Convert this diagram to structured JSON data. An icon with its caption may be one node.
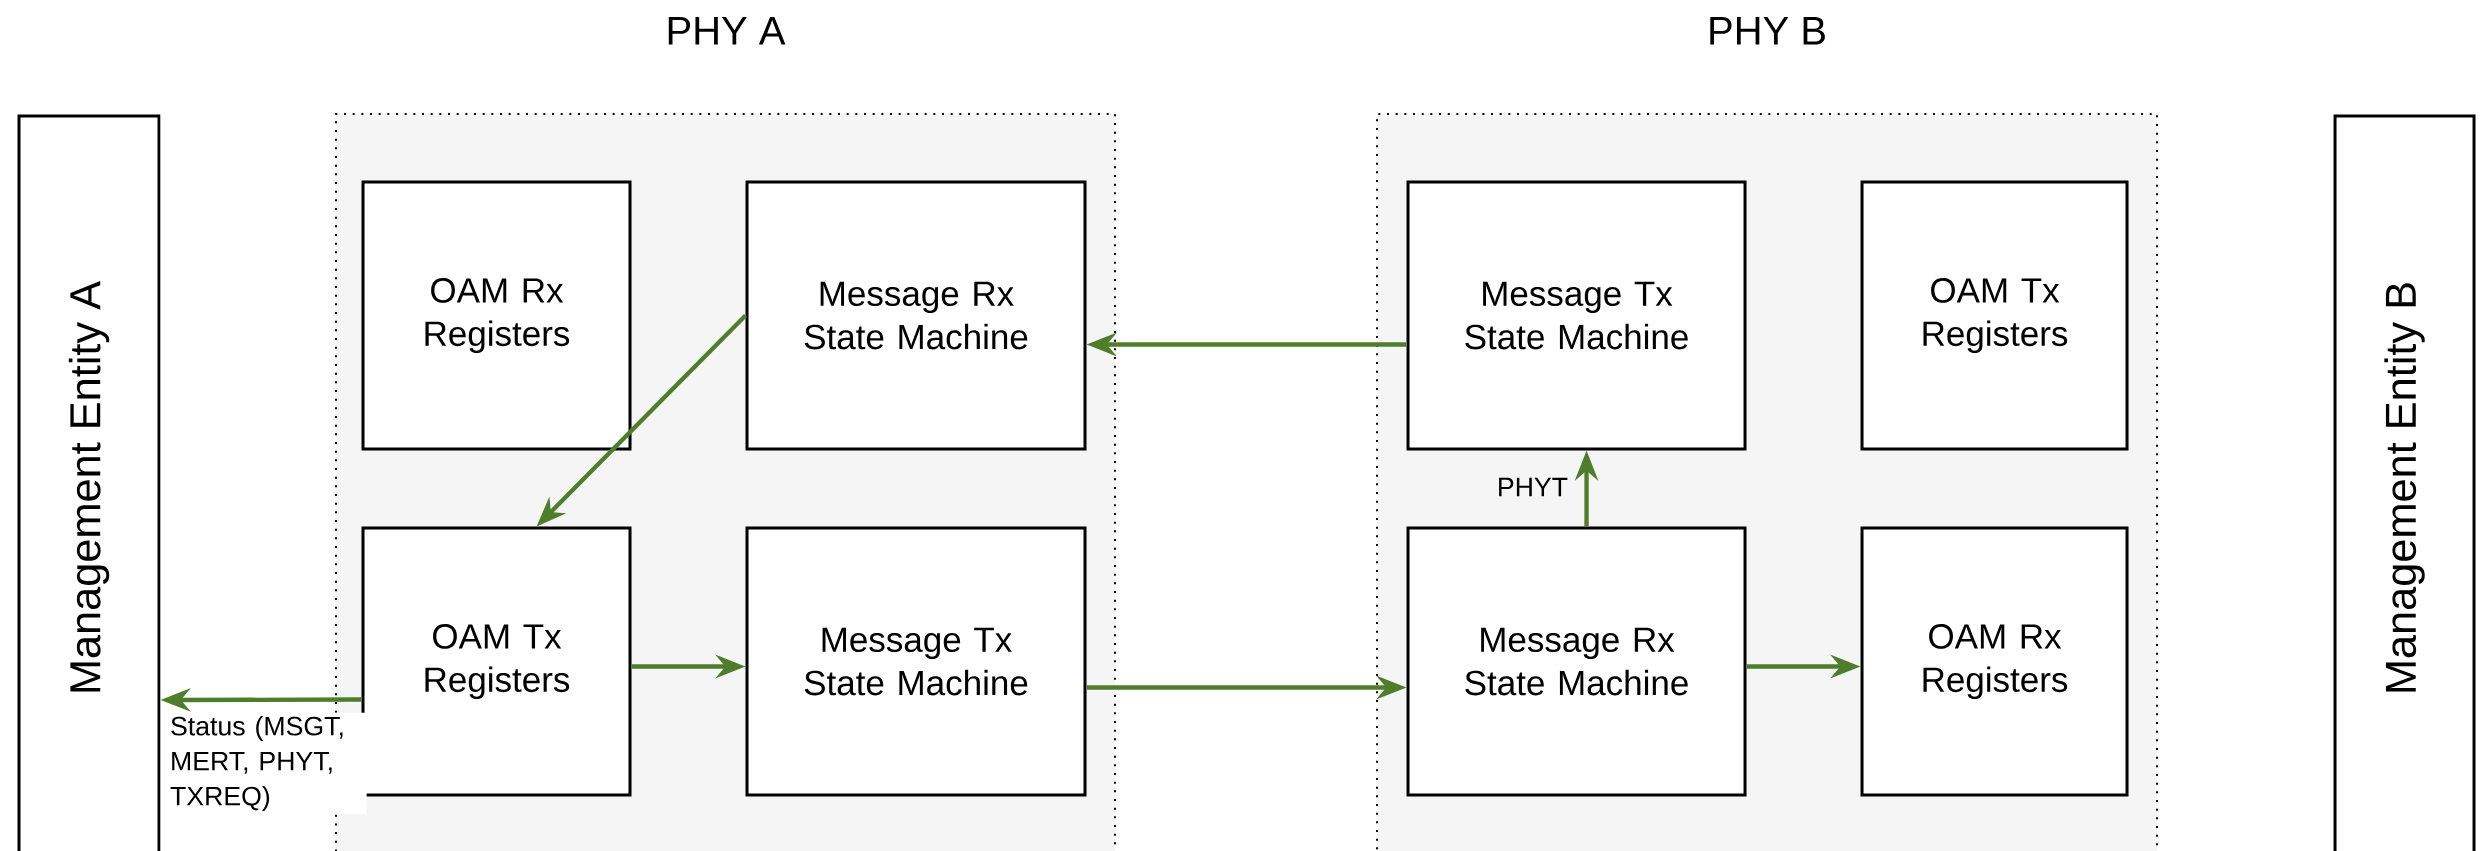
{
  "diagram": {
    "nodes": [
      {
        "text": [
          "Management Entity A"
        ]
      },
      {
        "text": [
          "PHY A"
        ]
      },
      {
        "text": [
          "OAM Rx Registers"
        ],
        "in": 1
      },
      {
        "text": [
          "Message Rx State Machine"
        ],
        "in": 1
      },
      {
        "text": [
          "OAM Tx Registers"
        ],
        "in": 1
      },
      {
        "text": [
          "Message Tx State Machine"
        ],
        "in": 1
      },
      {
        "text": [
          "PHY B"
        ]
      },
      {
        "text": [
          "Message Tx State Machine"
        ],
        "in": 6
      },
      {
        "text": [
          "OAM Tx Registers"
        ],
        "in": 6
      },
      {
        "text": [
          "Message Rx State Machine"
        ],
        "in": 6
      },
      {
        "text": [
          "OAM Rx Registers"
        ],
        "in": 6
      },
      {
        "text": [
          "Management Entity B"
        ]
      }
    ],
    "edges": [
      {
        "from": 7,
        "to": 3,
        "arrow": "to"
      },
      {
        "from": 3,
        "to": 4,
        "arrow": "to"
      },
      {
        "from": 4,
        "to": 5,
        "arrow": "to"
      },
      {
        "from": 5,
        "to": 9,
        "arrow": "to"
      },
      {
        "from": 9,
        "to": 7,
        "arrow": "to",
        "label": "PHYT"
      },
      {
        "from": 9,
        "to": 10,
        "arrow": "to"
      },
      {
        "from": 4,
        "to": 0,
        "arrow": "to",
        "label": "Status (MSGT, MERT, PHYT, TXREQ)"
      }
    ]
  }
}
